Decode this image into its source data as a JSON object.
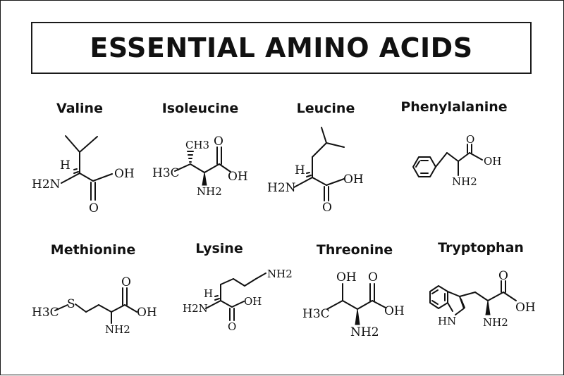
{
  "title": "ESSENTIAL AMINO ACIDS",
  "acids": [
    {
      "name": "Valine",
      "labels": {
        "h": "H",
        "nh2": "H2N",
        "oh": "OH",
        "o": "O"
      }
    },
    {
      "name": "Isoleucine",
      "labels": {
        "ch3": "CH3",
        "h3c": "H3C",
        "oh": "OH",
        "o": "O",
        "nh2": "NH2"
      }
    },
    {
      "name": "Leucine",
      "labels": {
        "h": "H",
        "nh2": "H2N",
        "oh": "OH",
        "o": "O"
      }
    },
    {
      "name": "Phenylalanine",
      "labels": {
        "o": "O",
        "oh": "OH",
        "nh2": "NH2"
      }
    },
    {
      "name": "Methionine",
      "labels": {
        "s": "S",
        "h3c": "H3C",
        "o": "O",
        "oh": "OH",
        "nh2": "NH2"
      }
    },
    {
      "name": "Lysine",
      "labels": {
        "nh2_side": "NH2",
        "h": "H",
        "nh2": "H2N",
        "oh": "OH",
        "o": "O"
      }
    },
    {
      "name": "Threonine",
      "labels": {
        "oh_side": "OH",
        "o": "O",
        "h3c": "H3C",
        "oh": "OH",
        "nh2": "NH2"
      }
    },
    {
      "name": "Tryptophan",
      "labels": {
        "o": "O",
        "oh": "OH",
        "hn": "HN",
        "nh2": "NH2"
      }
    }
  ]
}
